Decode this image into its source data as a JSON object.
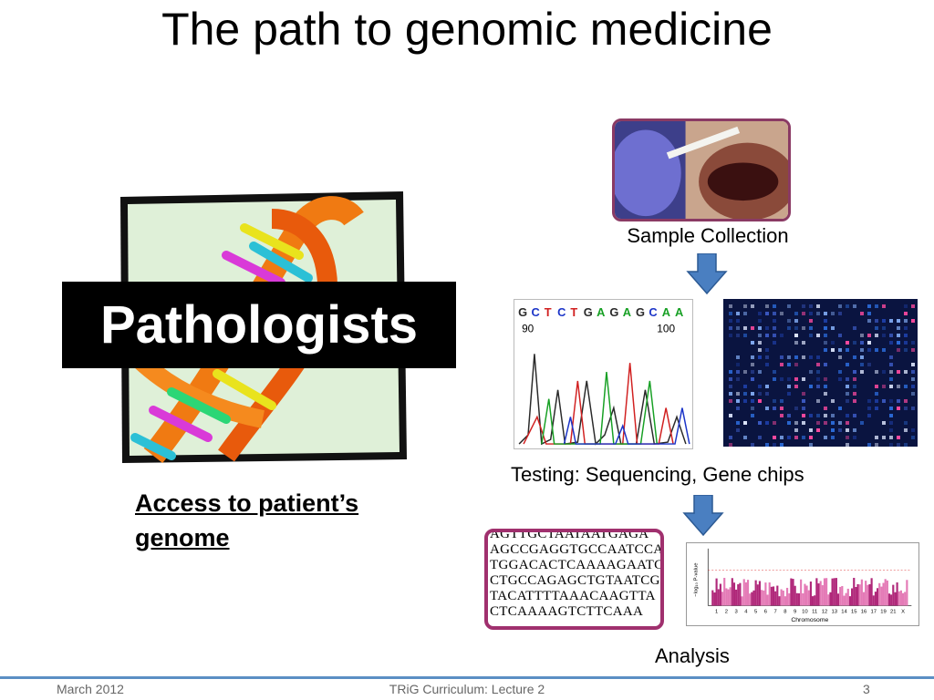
{
  "slide": {
    "title": "The path to genomic medicine",
    "pathologists_label": "Pathologists",
    "access_text": "Access to patient’s genome",
    "sample_label": "Sample Collection",
    "testing_label": "Testing:  Sequencing, Gene chips",
    "analysis_label": "Analysis"
  },
  "chromatogram": {
    "bases": [
      "G",
      "C",
      "T",
      "C",
      "T",
      "G",
      "A",
      "G",
      "A",
      "G",
      "C",
      "A",
      "A"
    ],
    "position_labels": [
      "90",
      "100"
    ]
  },
  "sequence_lines": [
    "AGTTGCTAATAATGAGA",
    "AGCCGAGGTGCCAATCCA",
    "TGGACACTCAAAAGAATC",
    "CTGCCAGAGCTGTAATCG",
    "TACATTTTAAACAAGTTA",
    "CTCAAAAGTCTTCAAA"
  ],
  "manhattan": {
    "xlabel": "Chromosome",
    "ylabel": "−log₁₀ P-value",
    "chromosomes": [
      "1",
      "2",
      "3",
      "4",
      "5",
      "6",
      "7",
      "8",
      "9",
      "10",
      "11",
      "12",
      "13",
      "14",
      "15",
      "16",
      "17",
      "19",
      "21",
      "X"
    ]
  },
  "footer": {
    "date": "March 2012",
    "center": "TRiG Curriculum: Lecture 2",
    "page": "3"
  },
  "colors": {
    "footer_line": "#5b8fc4",
    "arrow": "#4a7fc1",
    "frame": "#a0306e"
  }
}
